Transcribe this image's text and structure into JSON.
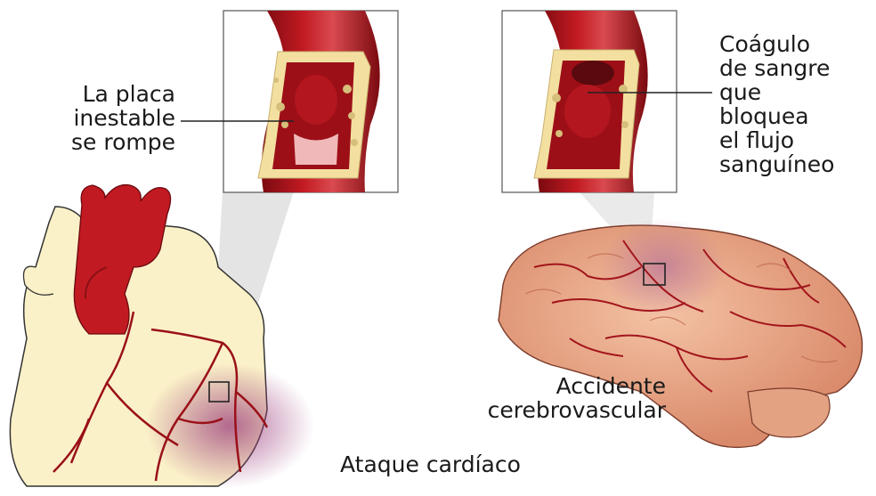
{
  "labels": {
    "plaque": [
      "La placa",
      "inestable",
      "se rompe"
    ],
    "clot": [
      "Coágulo",
      "de sangre",
      "que",
      "bloquea",
      "el flujo",
      "sanguíneo"
    ],
    "stroke": [
      "Accidente",
      "cerebrovascular"
    ],
    "heart_attack": "Ataque cardíaco"
  },
  "colors": {
    "artery_red": "#b0121a",
    "plaque_yellow": "#f3e0a0",
    "heart_cream": "#fbf1c8",
    "brain_pink": "#e8a98c",
    "ischemia_purple": "#a0507a"
  }
}
